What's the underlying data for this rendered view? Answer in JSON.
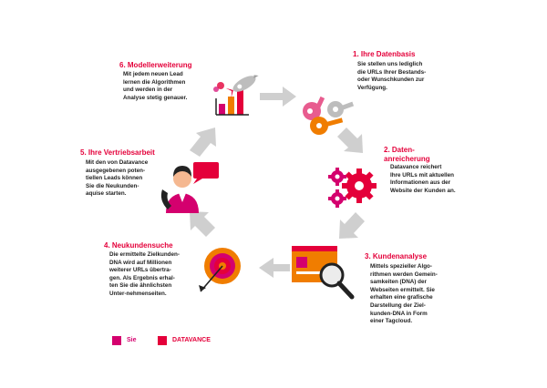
{
  "colors": {
    "magenta": "#D4006E",
    "crimson": "#E4003A",
    "orange": "#F07D00",
    "grey_arrow": "#CCCCCC",
    "dark": "#222222",
    "title_color": "#E4003A"
  },
  "steps": [
    {
      "icon": "keys-icon",
      "title": "1. Ihre Datenbasis",
      "body": "Sie stellen uns lediglich\ndie URLs Ihrer Bestands-\noder Wunschkunden zur\nVerfügung."
    },
    {
      "icon": "gears-icon",
      "title": "2. Daten-\nanreicherung",
      "body": "Datavance reichert\nIhre URLs mit aktuellen\nInformationen aus der\nWebsite der Kunden an."
    },
    {
      "icon": "magnifier-browser-icon",
      "title": "3. Kundenanalyse",
      "body": "Mittels spezieller Algo-\nrithmen werden Gemein-\nsamkeiten (DNA) der\nWebseiten ermittelt. Sie\nerhalten eine grafische\nDarstellung der Ziel-\nkunden-DNA in Form\neiner Tagcloud."
    },
    {
      "icon": "target-icon",
      "title": "4. Neukundensuche",
      "body": "Die ermittelte Zielkunden-\nDNA wird auf Millionen\nweiterer URLs übertra-\ngen. Als Ergebnis erhal-\nten Sie die ähnlichsten\nUnter-nehmenseiten."
    },
    {
      "icon": "sales-agent-icon",
      "title": "5. Ihre Vertriebsarbeit",
      "body": "Mit den von Datavance\nausgegebenen poten-\ntiellen Leads können\nSie die Neukunden-\naquise starten."
    },
    {
      "icon": "rocket-chart-icon",
      "title": "6. Modellerweiterung",
      "body": "Mit jedem neuen Lead\nlernen die Algorithmen\nund werden in der\nAnalyse stetig genauer."
    }
  ],
  "legend": {
    "you_label": "Sie",
    "you_color": "#D4006E",
    "datavance_label": "DATAVANCE",
    "datavance_color": "#E4003A"
  }
}
